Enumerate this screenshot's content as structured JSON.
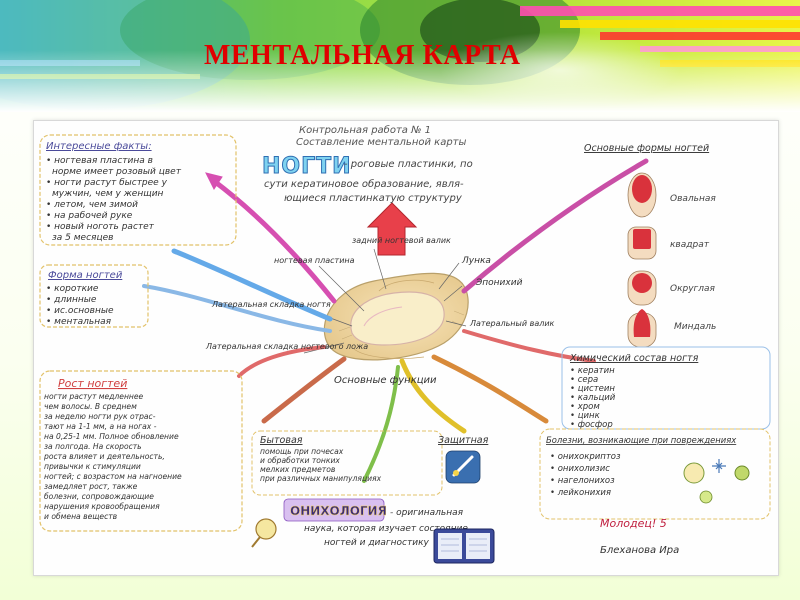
{
  "slide": {
    "title": "МЕНТАЛЬНАЯ КАРТА"
  },
  "mindmap": {
    "top_caption": {
      "line1": "Контрольная работа № 1",
      "line2": "Составление ментальной карты"
    },
    "central": {
      "title": "НОГТИ",
      "def_line1": "- роговые пластинки, по",
      "def_line2": "сути кератиновое образование, явля-",
      "def_line3": "ющиеся пластинкатую структуру"
    },
    "nail_parts": {
      "plate": "ногтевая пластина",
      "roller_back": "задний ногтевой валик",
      "lunula": "Лунка",
      "eponychium": "Эпонихий",
      "lateral_roller": "Латеральный валик",
      "lateral_fold_1": "Латеральная складка ногтя",
      "lateral_fold_2": "Латеральная складка ногтевого ложа"
    },
    "interesting_facts": {
      "title": "Интересные факты:",
      "items": [
        "• ногтевая пластина в",
        "норме имеет розовый цвет",
        "• ногти растут быстрее у",
        "мужчин, чем у женщин",
        "• летом, чем зимой",
        "• на рабочей руке",
        "• новый ноготь растет",
        "за 5 месяцев"
      ]
    },
    "nail_forms": {
      "title": "Форма ногтей",
      "items": [
        "• короткие",
        "• длинные",
        "• ис.основные",
        "• ментальная"
      ]
    },
    "growth": {
      "title": "Рост ногтей",
      "lines": [
        "ногти растут медленнее",
        "чем волосы. В среднем",
        "за неделю ногти рук отрас-",
        "тают на 1-1 мм, а на ногах -",
        "на 0,25-1 мм. Полное обновление",
        "за полгода. На скорость",
        "роста влияет и деятельность,",
        "привычки к стимуляции",
        "ногтей; с возрастом на нагноение",
        "замедляет рост, также",
        "болезни, сопровождающие",
        "нарушения кровообращения",
        "и обмена веществ"
      ]
    },
    "basic_shapes": {
      "title": "Основные формы ногтей",
      "items": [
        "Овальная",
        "квадрат",
        "Округлая",
        "Миндаль"
      ]
    },
    "chemical": {
      "title": "Химический состав ногтя",
      "items": [
        "• кератин",
        "• сера",
        "• цистеин",
        "• кальций",
        "• хром",
        "• цинк",
        "• фосфор"
      ]
    },
    "functions": {
      "label": "Основные функции",
      "items": [
        "Бытовая",
        "Защитная"
      ],
      "household_lines": [
        "помощь при почесах",
        "и обработки тонких",
        "мелких предметов",
        "при различных манипуляциях"
      ]
    },
    "diseases": {
      "title": "Болезни, возникающие при повреждениях",
      "items": [
        "• онихокриптоз",
        "• онихолизис",
        "• нагелонихоз",
        "• лейконихия"
      ]
    },
    "onychology": {
      "title": "ОНИХОЛОГИЯ",
      "line1": "- оригинальная",
      "line2": "наука, которая изучает состояние",
      "line3": "ногтей и диагностику"
    },
    "grade": "Молодец! 5",
    "author": "Блеханова Ира"
  }
}
